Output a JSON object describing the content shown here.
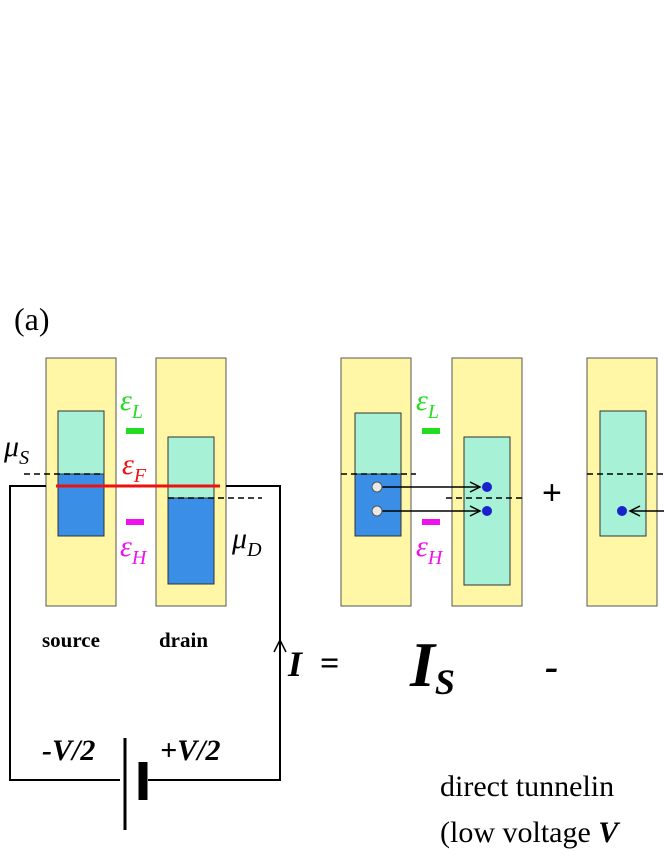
{
  "panel_label": "(a)",
  "symbols": {
    "mu": "μ",
    "eps": "ε",
    "mu_s_sub": "S",
    "mu_d_sub": "D",
    "lumo_sub": "L",
    "homo_sub": "H",
    "fermi_sub": "F"
  },
  "electrodes": {
    "source_label": "source",
    "drain_label": "drain"
  },
  "battery": {
    "left_label": "-V/2",
    "right_label": "+V/2"
  },
  "equation": {
    "current": "I",
    "equals": "=",
    "term_main": "I",
    "term_sub": "S",
    "minus": "-",
    "plus": "+"
  },
  "caption": {
    "line1": "direct tunnelin",
    "line2_prefix": "(low voltage ",
    "line2_var": "V"
  },
  "colors": {
    "electrode": "#fff6a6",
    "filled_states": "#3a8ee6",
    "empty_states": "#a7f2d6",
    "lumo": "#22dd22",
    "homo": "#ee11ee",
    "fermi": "#ee1111",
    "electron": "#1a22cc",
    "hole": "#e8e8e8"
  }
}
